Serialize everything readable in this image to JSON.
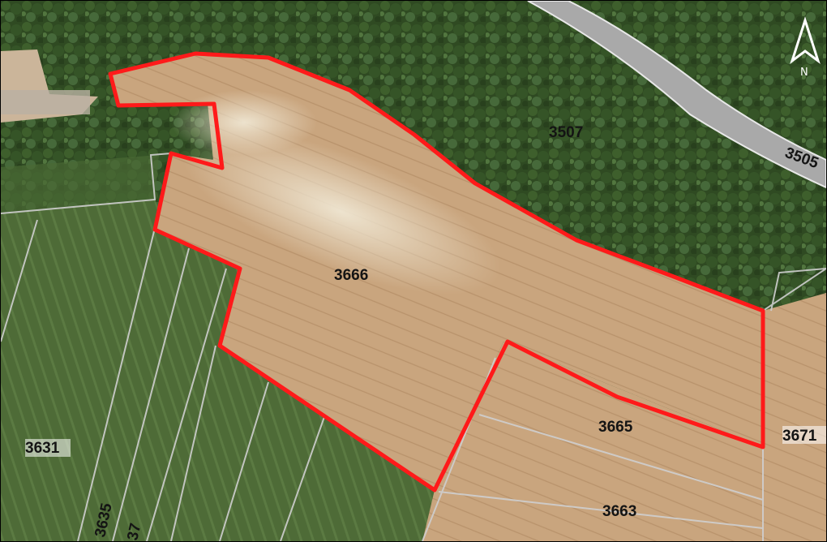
{
  "map": {
    "north_letter": "N",
    "parcel_labels": [
      "3666",
      "3507",
      "3505",
      "3665",
      "3671",
      "3663",
      "3631",
      "3635",
      "37"
    ],
    "highlight_color": "#ff1a1a",
    "parcel_line_color": "#cfcfcf",
    "icons": {
      "north_arrow": "north-arrow-icon"
    }
  }
}
